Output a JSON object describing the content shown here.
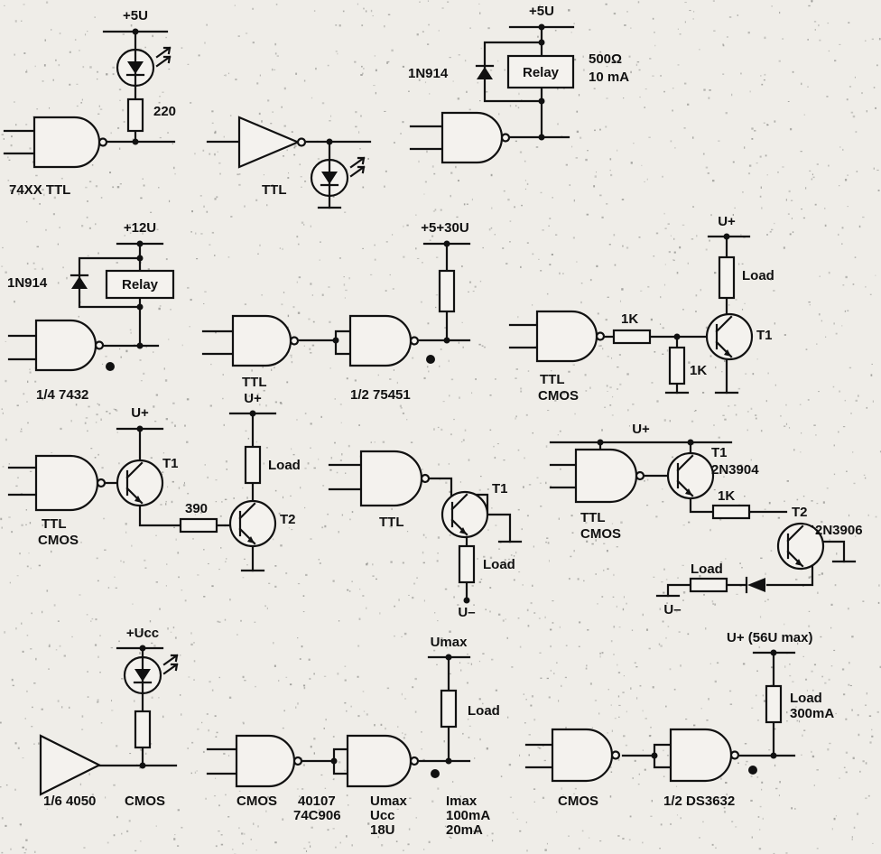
{
  "labels": {
    "c1_supply": "+5U",
    "c1_res": "220",
    "c1_caption": "74XX  TTL",
    "c2_caption": "TTL",
    "c3_supply": "+5U",
    "c3_diode": "1N914",
    "c3_relay": "Relay",
    "c3_res": "500Ω",
    "c3_current": "10 mA",
    "c4_supply": "+12U",
    "c4_diode": "1N914",
    "c4_relay": "Relay",
    "c4_caption": "1/4  7432",
    "c5_supply": "+5+30U",
    "c5_gate1": "TTL",
    "c5_gate2": "1/2  75451",
    "c6_supply": "U+",
    "c6_load": "Load",
    "c6_r1": "1K",
    "c6_r2": "1K",
    "c6_t1": "T1",
    "c6_gate_a": "TTL",
    "c6_gate_b": "CMOS",
    "c7_supply1": "U+",
    "c7_supply2": "U+",
    "c7_t1": "T1",
    "c7_t2": "T2",
    "c7_res": "390",
    "c7_load": "Load",
    "c7_gate_a": "TTL",
    "c7_gate_b": "CMOS",
    "c8_t1": "T1",
    "c8_gate": "TTL",
    "c8_load": "Load",
    "c8_supply": "U–",
    "c9_supply": "U+",
    "c9_t1": "T1",
    "c9_t1_part": "2N3904",
    "c9_res": "1K",
    "c9_t2": "T2",
    "c9_t2_part": "2N3906",
    "c9_load": "Load",
    "c9_neg": "U–",
    "c9_gate_a": "TTL",
    "c9_gate_b": "CMOS",
    "c10_supply": "+Ucc",
    "c10_buffer": "1/6 4050",
    "c10_caption": "CMOS",
    "c11_supply": "Umax",
    "c11_load": "Load",
    "c11_gate1": "CMOS",
    "c11_part1": "40107",
    "c11_part2": "74C906",
    "c11_umax": "Umax",
    "c11_ucc": "Ucc",
    "c11_ucc_val": "18U",
    "c11_imax": "Imax",
    "c11_imax1": "100mA",
    "c11_imax2": "20mA",
    "c12_supply": "U+ (56U max)",
    "c12_load": "Load",
    "c12_current": "300mA",
    "c12_gate1": "CMOS",
    "c12_gate2": "1/2  DS3632"
  }
}
